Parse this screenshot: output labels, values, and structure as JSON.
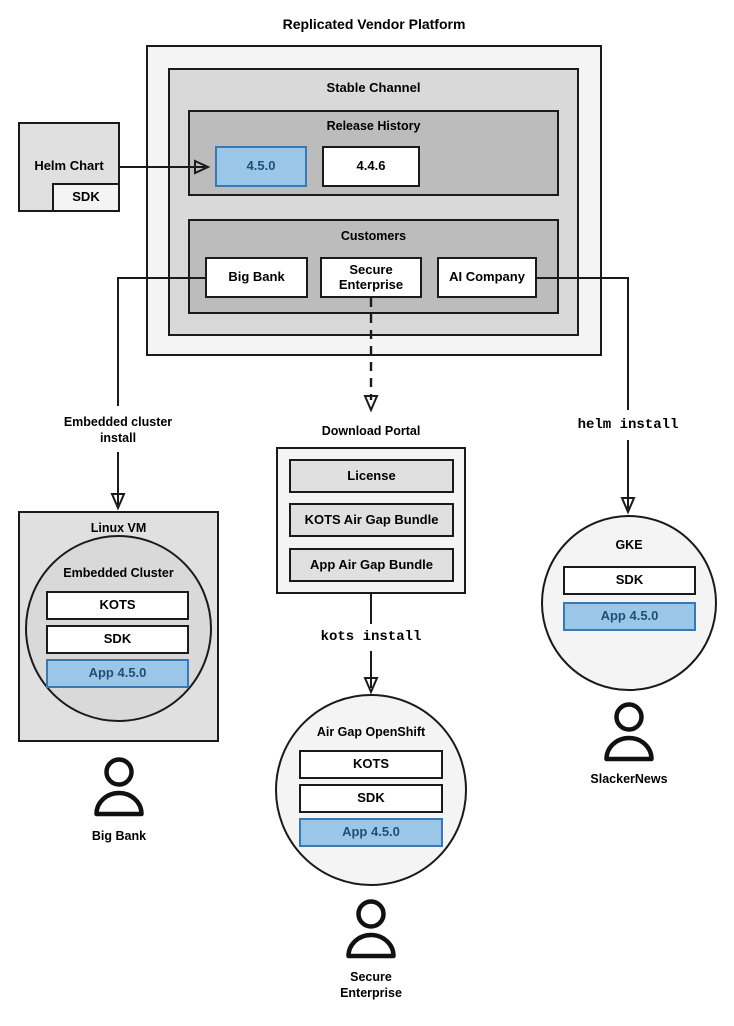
{
  "diagram": {
    "title": "Replicated Vendor Platform",
    "platform": {
      "channel": {
        "title": "Stable Channel",
        "release_history": {
          "title": "Release History",
          "releases": [
            {
              "label": "4.5.0",
              "highlighted": true
            },
            {
              "label": "4.4.6",
              "highlighted": false
            }
          ]
        },
        "customers": {
          "title": "Customers",
          "items": [
            {
              "label": "Big Bank"
            },
            {
              "label": "Secure\nEnterprise"
            },
            {
              "label": "AI Company"
            }
          ]
        }
      }
    },
    "source": {
      "title": "Helm Chart",
      "component": "SDK"
    },
    "flows": [
      {
        "label": "Embedded cluster\ninstall",
        "style": "plain"
      },
      {
        "label": "kots install",
        "style": "mono"
      },
      {
        "label": "helm install",
        "style": "mono"
      }
    ],
    "targets": {
      "linux_vm": {
        "title": "Linux VM",
        "cluster_title": "Embedded Cluster",
        "components": [
          {
            "label": "KOTS",
            "highlighted": false
          },
          {
            "label": "SDK",
            "highlighted": false
          },
          {
            "label": "App 4.5.0",
            "highlighted": true
          }
        ],
        "actor": "Big Bank"
      },
      "download_portal": {
        "title": "Download Portal",
        "artifacts": [
          {
            "label": "License"
          },
          {
            "label": "KOTS Air Gap Bundle"
          },
          {
            "label": "App Air Gap Bundle"
          }
        ]
      },
      "airgap_openshift": {
        "title": "Air Gap OpenShift",
        "components": [
          {
            "label": "KOTS",
            "highlighted": false
          },
          {
            "label": "SDK",
            "highlighted": false
          },
          {
            "label": "App 4.5.0",
            "highlighted": true
          }
        ],
        "actor": "Secure\nEnterprise"
      },
      "gke": {
        "title": "GKE",
        "components": [
          {
            "label": "SDK",
            "highlighted": false
          },
          {
            "label": "App 4.5.0",
            "highlighted": true
          }
        ],
        "actor": "SlackerNews"
      }
    },
    "colors": {
      "highlight_fill": "#9ac7e8",
      "highlight_border": "#3779b5",
      "highlight_text": "#1f4e79",
      "stroke": "#1a1a1a",
      "platform_fill": "#f4f4f4",
      "channel_fill": "#d9d9d9",
      "inner_fill": "#bcbcbc"
    }
  }
}
